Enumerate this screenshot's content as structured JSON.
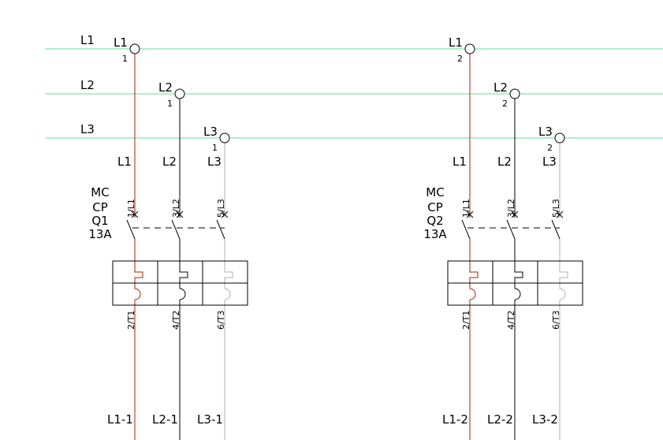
{
  "bus": [
    {
      "label": "L1",
      "color": "#66dd99"
    },
    {
      "label": "L2",
      "color": "#66dd99"
    },
    {
      "label": "L3",
      "color": "#66dd99"
    }
  ],
  "colors": {
    "phase1": "#aa2200",
    "phase2": "#000000",
    "phase3": "#b0b0b0",
    "ink": "#000000"
  },
  "circuits": [
    {
      "taps": [
        {
          "phase": "L1",
          "index": "1"
        },
        {
          "phase": "L2",
          "index": "1"
        },
        {
          "phase": "L3",
          "index": "1"
        }
      ],
      "conductor_labels": [
        "L1",
        "L2",
        "L3"
      ],
      "breaker": {
        "lines": [
          "MC",
          "CP",
          "Q1",
          "13A"
        ]
      },
      "input_terminals": [
        "1/L1",
        "3/L2",
        "5/L3"
      ],
      "output_terminals": [
        "2/T1",
        "4/T2",
        "6/T3"
      ],
      "outputs": [
        "L1-1",
        "L2-1",
        "L3-1"
      ]
    },
    {
      "taps": [
        {
          "phase": "L1",
          "index": "2"
        },
        {
          "phase": "L2",
          "index": "2"
        },
        {
          "phase": "L3",
          "index": "2"
        }
      ],
      "conductor_labels": [
        "L1",
        "L2",
        "L3"
      ],
      "breaker": {
        "lines": [
          "MC",
          "CP",
          "Q2",
          "13A"
        ]
      },
      "input_terminals": [
        "1/L1",
        "3/L2",
        "5/L3"
      ],
      "output_terminals": [
        "2/T1",
        "4/T2",
        "6/T3"
      ],
      "outputs": [
        "L1-2",
        "L2-2",
        "L3-2"
      ]
    }
  ]
}
